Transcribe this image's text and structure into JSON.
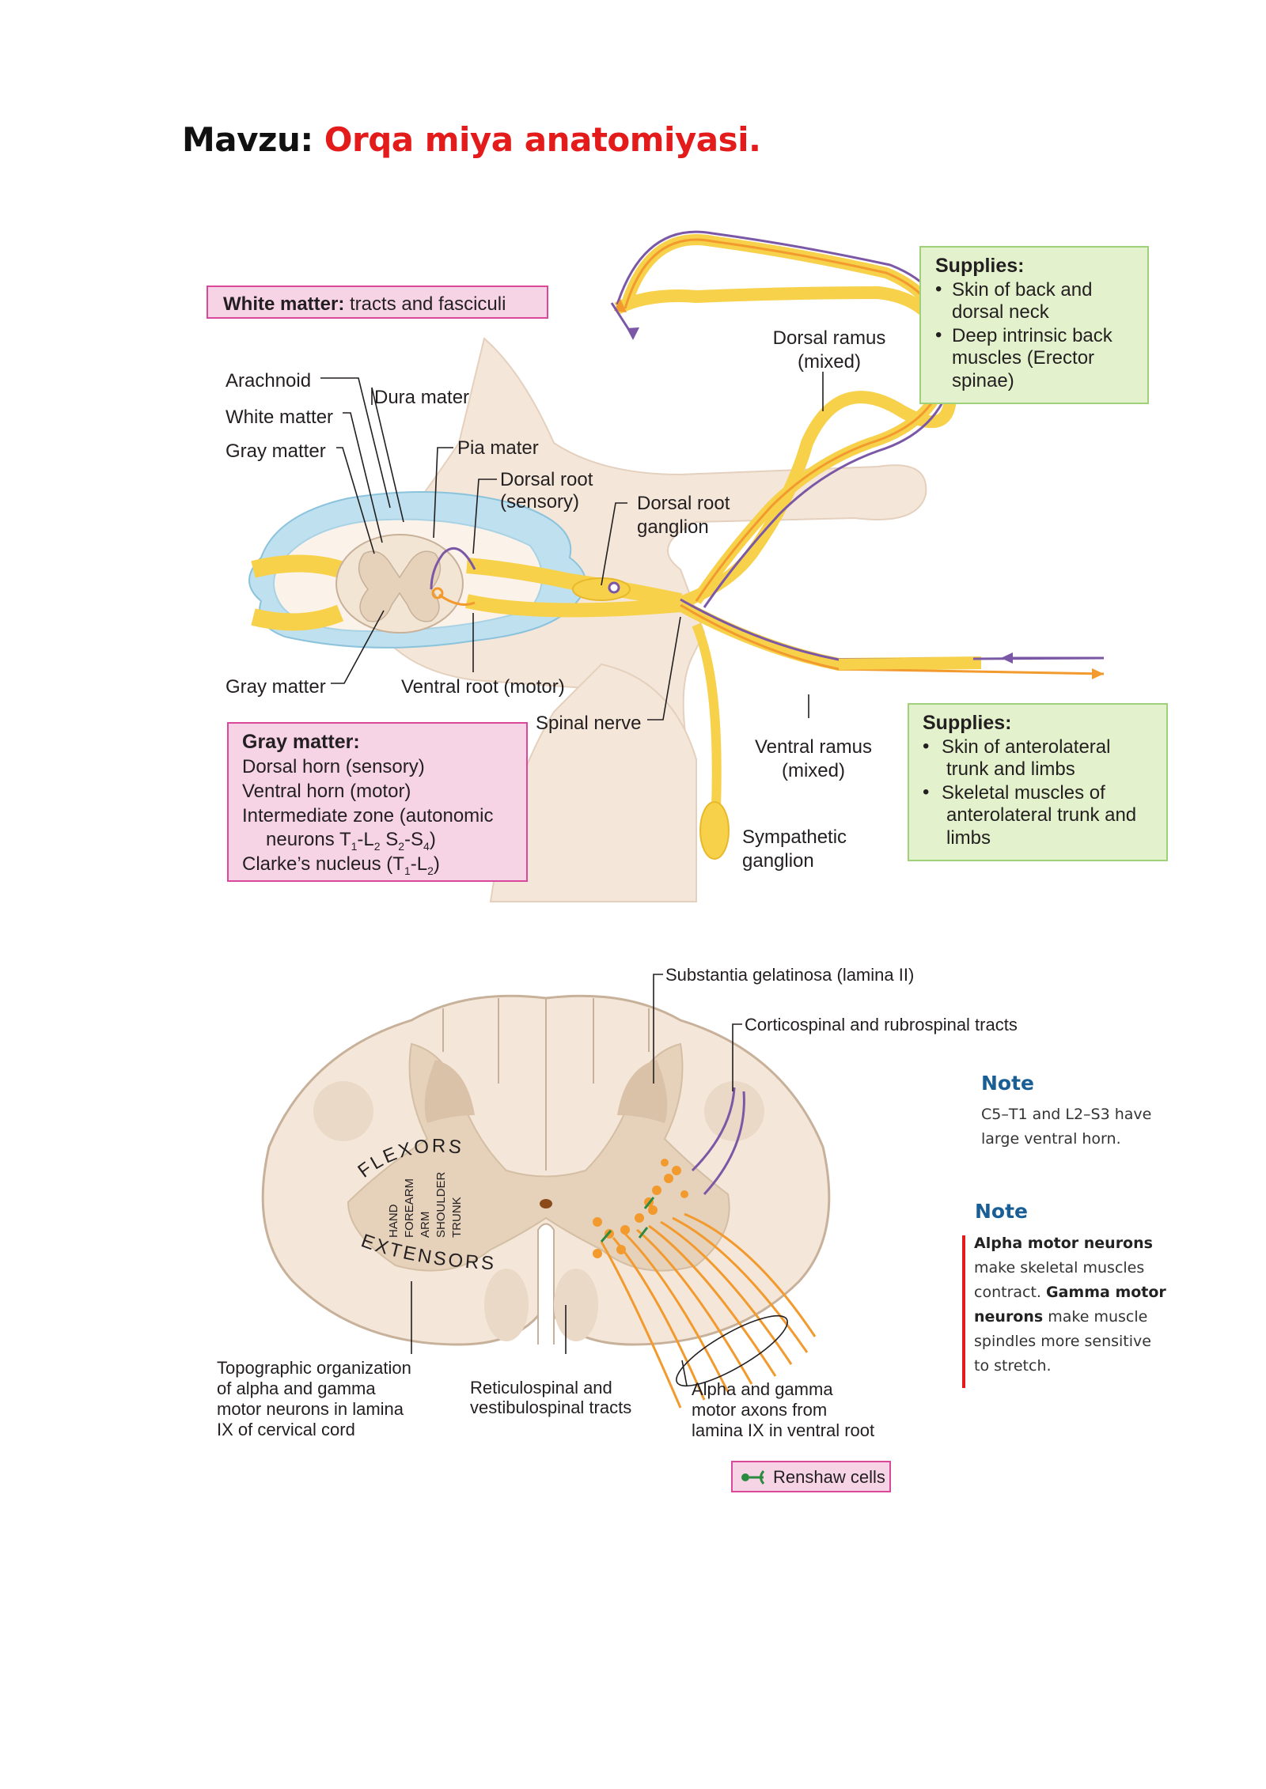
{
  "title": {
    "prefix": "Mavzu:",
    "topic": "Orqa miya anatomiyasi."
  },
  "colors": {
    "title_accent": "#e31b1b",
    "pink_box": "#f6d4e6",
    "pink_border": "#d9489a",
    "green_box": "#e3f2cc",
    "green_border": "#9fd07a",
    "nerve_yellow": "#f7d14a",
    "motor_orange": "#f29a2e",
    "sensory_purple": "#7b58a6",
    "note_blue": "#1a5e96"
  },
  "figure1": {
    "white_matter_box": {
      "bold": "White matter:",
      "rest": "tracts and fasciculi"
    },
    "labels": {
      "arachnoid": "Arachnoid",
      "white_matter": "White matter",
      "gray_matter_top": "Gray matter",
      "dura_mater": "Dura mater",
      "pia_mater": "Pia mater",
      "dorsal_root_1": "Dorsal root",
      "dorsal_root_2": "(sensory)",
      "drg_1": "Dorsal root",
      "drg_2": "ganglion",
      "dorsal_ramus_1": "Dorsal ramus",
      "dorsal_ramus_2": "(mixed)",
      "gray_matter_bottom": "Gray matter",
      "ventral_root": "Ventral root (motor)",
      "spinal_nerve": "Spinal nerve",
      "ventral_ramus_1": "Ventral ramus",
      "ventral_ramus_2": "(mixed)",
      "sympathetic_1": "Sympathetic",
      "sympathetic_2": "ganglion"
    },
    "supplies_top": {
      "title": "Supplies:",
      "lines": [
        "Skin of back and",
        "dorsal neck",
        "Deep intrinsic back",
        "muscles (Erector",
        "spinae)"
      ]
    },
    "supplies_bottom": {
      "title": "Supplies:",
      "lines": [
        "Skin of anterolateral",
        "trunk and limbs",
        "Skeletal muscles of",
        "anterolateral trunk and",
        "limbs"
      ]
    },
    "gray_matter_box": {
      "title": "Gray matter:",
      "line1": "Dorsal horn (sensory)",
      "line2": "Ventral horn (motor)",
      "line3": "Intermediate zone (autonomic",
      "line4_pre": "neurons T",
      "line4_s1": "1",
      "line4_mid": "-L",
      "line4_s2": "2",
      "line4_mid2": " S",
      "line4_s3": "2",
      "line4_mid3": "-S",
      "line4_s4": "4",
      "line4_post": ")",
      "line5_pre": "Clarke’s nucleus (T",
      "line5_s1": "1",
      "line5_mid": "-L",
      "line5_s2": "2",
      "line5_post": ")"
    }
  },
  "figure2": {
    "labels": {
      "substantia": "Substantia gelatinosa (lamina II)",
      "corticospinal": "Corticospinal and rubrospinal tracts",
      "flexors": "FLEXORS",
      "extensors": "EXTENSORS",
      "topo": [
        "HAND",
        "FOREARM",
        "ARM",
        "SHOULDER",
        "TRUNK"
      ],
      "topographic": [
        "Topographic organization",
        "of alpha and gamma",
        "motor neurons in lamina",
        "IX of cervical cord"
      ],
      "reticulospinal": [
        "Reticulospinal and",
        "vestibulospinal tracts"
      ],
      "alpha_gamma": [
        "Alpha and gamma",
        "motor axons from",
        "lamina IX in ventral root"
      ],
      "renshaw": "Renshaw cells"
    },
    "note1": {
      "title": "Note",
      "lines": [
        "C5–T1 and L2–S3 have",
        "large ventral horn."
      ]
    },
    "note2": {
      "title": "Note",
      "l1": "Alpha motor neurons",
      "l2": "make skeletal muscles",
      "l3a": "contract. ",
      "l3b": "Gamma motor",
      "l4a": "neurons",
      "l4b": " make muscle",
      "l5": "spindles more sensitive",
      "l6": "to stretch."
    }
  }
}
